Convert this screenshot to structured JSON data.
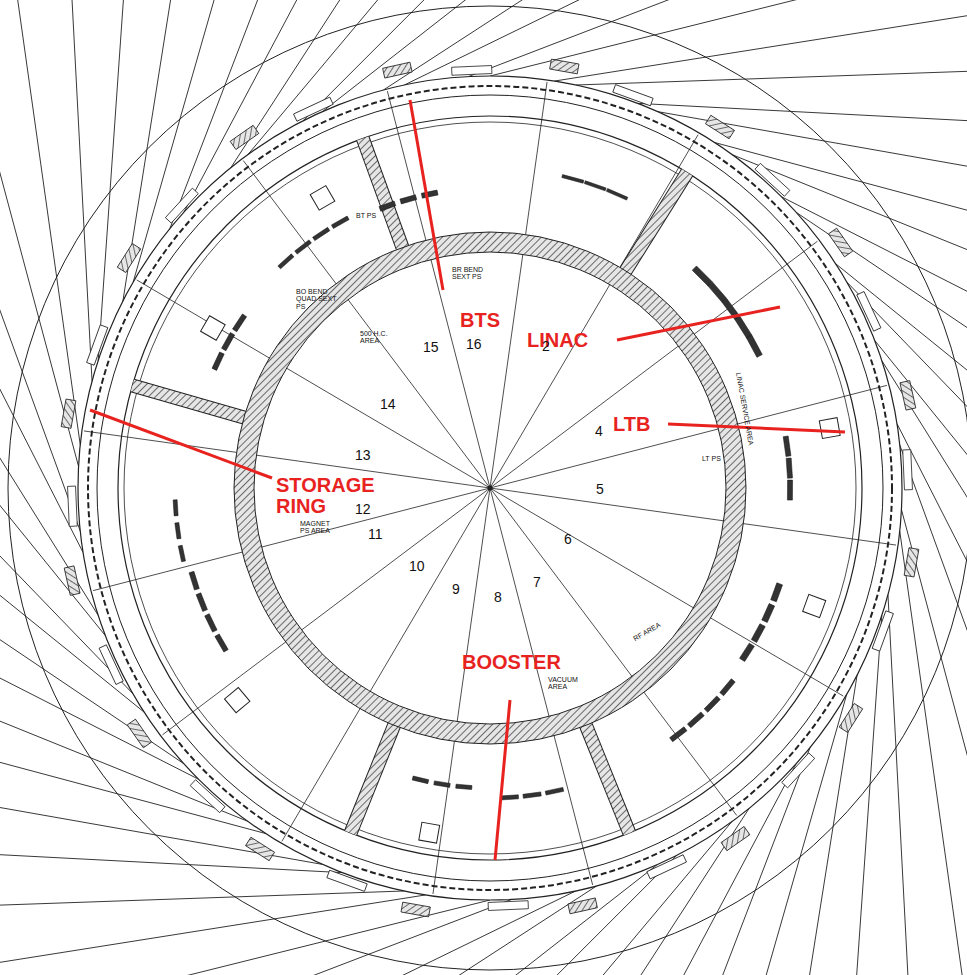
{
  "diagram": {
    "labels": [
      "BTS",
      "LINAC",
      "LTB",
      "STORAGE RING",
      "BOOSTER",
      "16",
      "2",
      "4",
      "5",
      "6",
      "7",
      "8",
      "9",
      "10",
      "11",
      "12",
      "13",
      "14",
      "15",
      "BT PS",
      "BR BEND SEXT PS",
      "500 H.C. AREA",
      "BO BEND QUAD SEXT PS",
      "LINAC SERVICE AREA",
      "LT PS",
      "MAGNET PS AREA",
      "VACUUM AREA",
      "RF AREA"
    ]
  }
}
